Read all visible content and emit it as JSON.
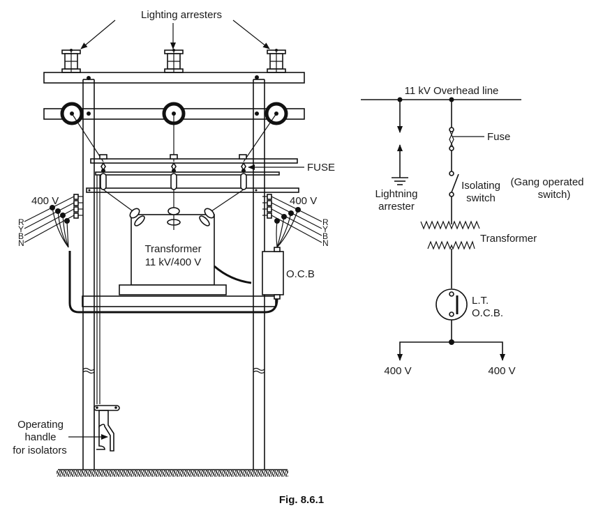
{
  "figure": {
    "caption": "Fig. 8.6.1",
    "pictorial": {
      "arrester_label": "Lighting arresters",
      "fuse_label": "FUSE",
      "lt_left_voltage": "400 V",
      "lt_right_voltage": "400 V",
      "phase_labels_left": [
        "R",
        "Y",
        "B",
        "N"
      ],
      "phase_labels_right": [
        "R",
        "Y",
        "B",
        "N"
      ],
      "transformer_line1": "Transformer",
      "transformer_line2": "11 kV/400 V",
      "ocb_label": "O.C.B",
      "handle_line1": "Operating",
      "handle_line2": "handle",
      "handle_line3": "for isolators"
    },
    "schematic": {
      "line_label": "11 kV Overhead line",
      "fuse_label": "Fuse",
      "arrester_line1": "Lightning",
      "arrester_line2": "arrester",
      "isolating_line1": "Isolating",
      "isolating_line2": "switch",
      "gang_line1": "(Gang operated",
      "gang_line2": "switch)",
      "transformer_label": "Transformer",
      "ltocb_line1": "L.T.",
      "ltocb_line2": "O.C.B.",
      "out_left": "400 V",
      "out_right": "400 V"
    }
  }
}
